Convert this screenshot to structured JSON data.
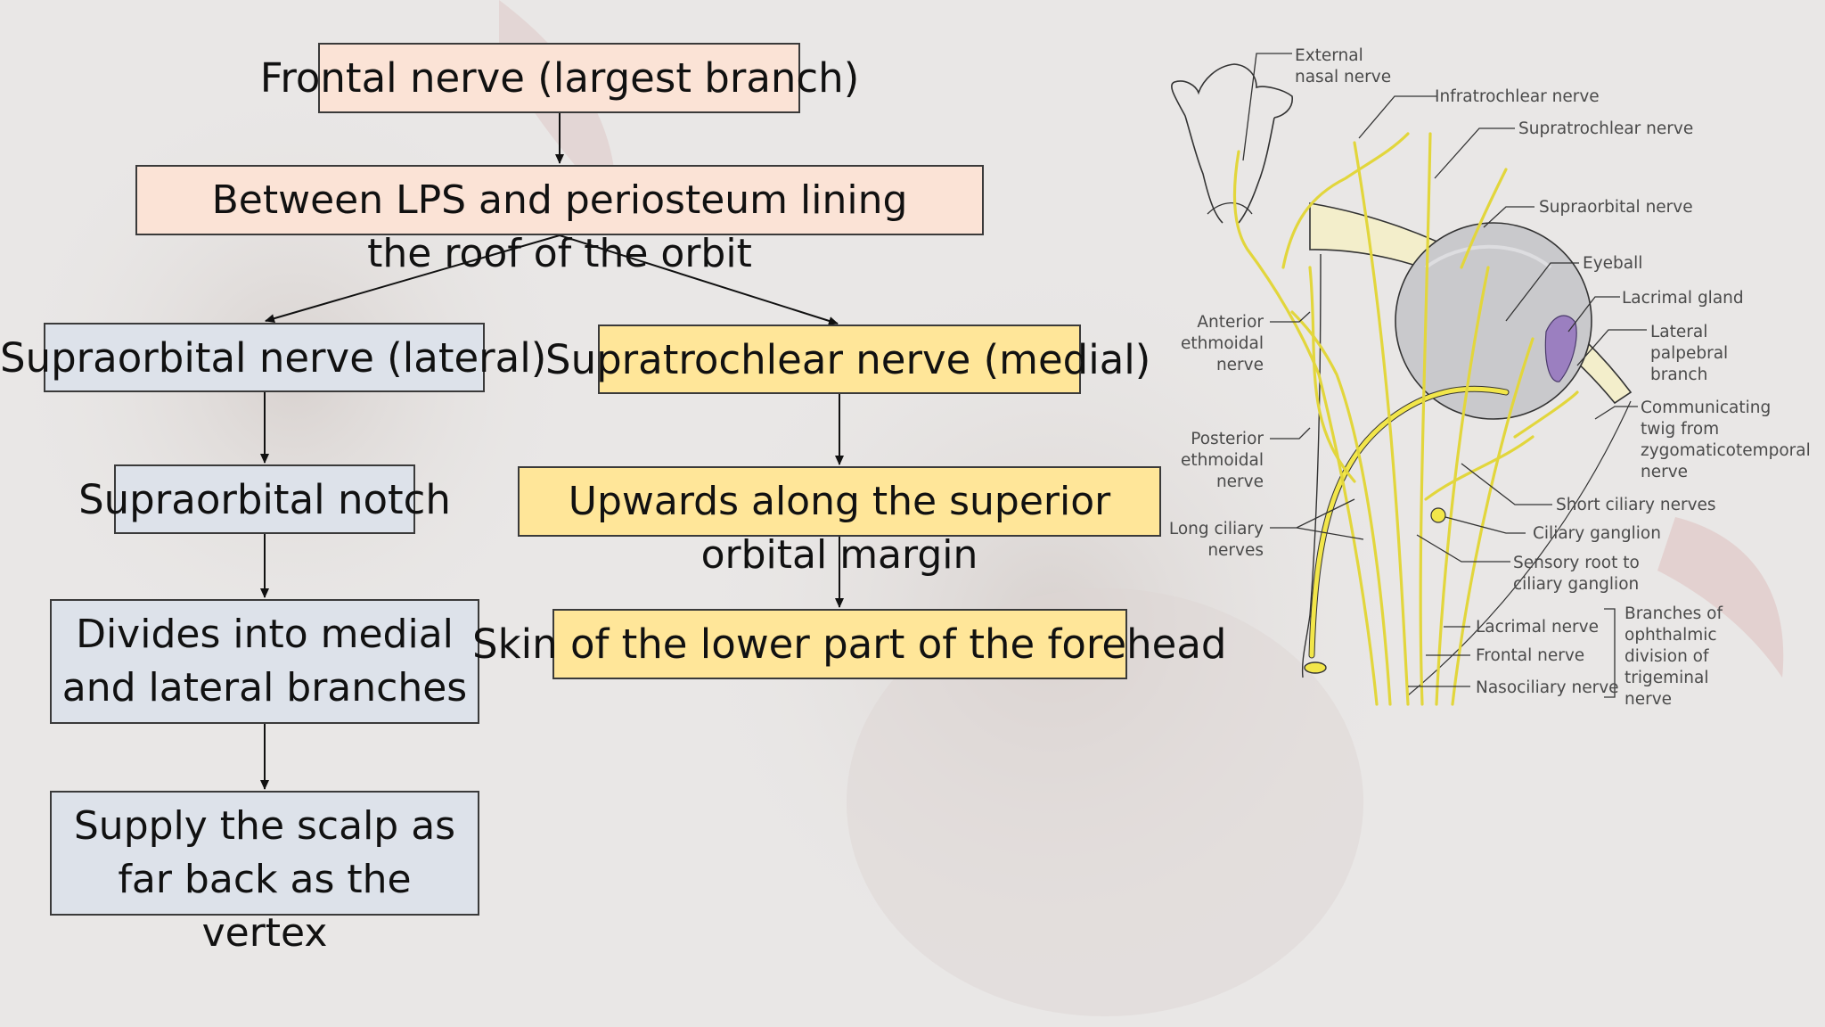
{
  "flowchart": {
    "frontal": "Frontal nerve (largest branch)",
    "between": "Between LPS and periosteum lining the roof of the orbit",
    "supraorbital": "Supraorbital nerve (lateral)",
    "supratrochlear": "Supratrochlear nerve (medial)",
    "notch": "Supraorbital notch",
    "upwards": "Upwards along the superior orbital margin",
    "divides": "Divides into medial and lateral branches",
    "skin": "Skin of the lower part of the forehead",
    "supply": "Supply the scalp as far back as the vertex"
  },
  "illustration": {
    "labels": {
      "external_nasal": [
        "External",
        "nasal nerve"
      ],
      "infratrochlear": "Infratrochlear nerve",
      "supratrochlear": "Supratrochlear nerve",
      "supraorbital": "Supraorbital nerve",
      "eyeball": "Eyeball",
      "lacrimal_gland": "Lacrimal gland",
      "lateral_palpebral": [
        "Lateral",
        "palpebral",
        "branch"
      ],
      "communicating": [
        "Communicating",
        "twig from",
        "zygomaticotemporal",
        "nerve"
      ],
      "anterior_ethmoidal": [
        "Anterior",
        "ethmoidal",
        "nerve"
      ],
      "posterior_ethmoidal": [
        "Posterior",
        "ethmoidal",
        "nerve"
      ],
      "long_ciliary": [
        "Long ciliary",
        "nerves"
      ],
      "short_ciliary": "Short ciliary nerves",
      "ciliary_ganglion": "Ciliary ganglion",
      "sensory_root": [
        "Sensory root to",
        "ciliary ganglion"
      ],
      "lacrimal_nerve": "Lacrimal nerve",
      "frontal_nerve": "Frontal nerve",
      "nasociliary_nerve": "Nasociliary nerve",
      "branches_of": [
        "Branches of",
        "ophthalmic",
        "division of",
        "trigeminal",
        "nerve"
      ]
    },
    "colors": {
      "nerve": "#f2e64a",
      "bone": "#f3eecb",
      "eyeball": "#c9c9cc",
      "gland": "#9b7fc0"
    }
  }
}
